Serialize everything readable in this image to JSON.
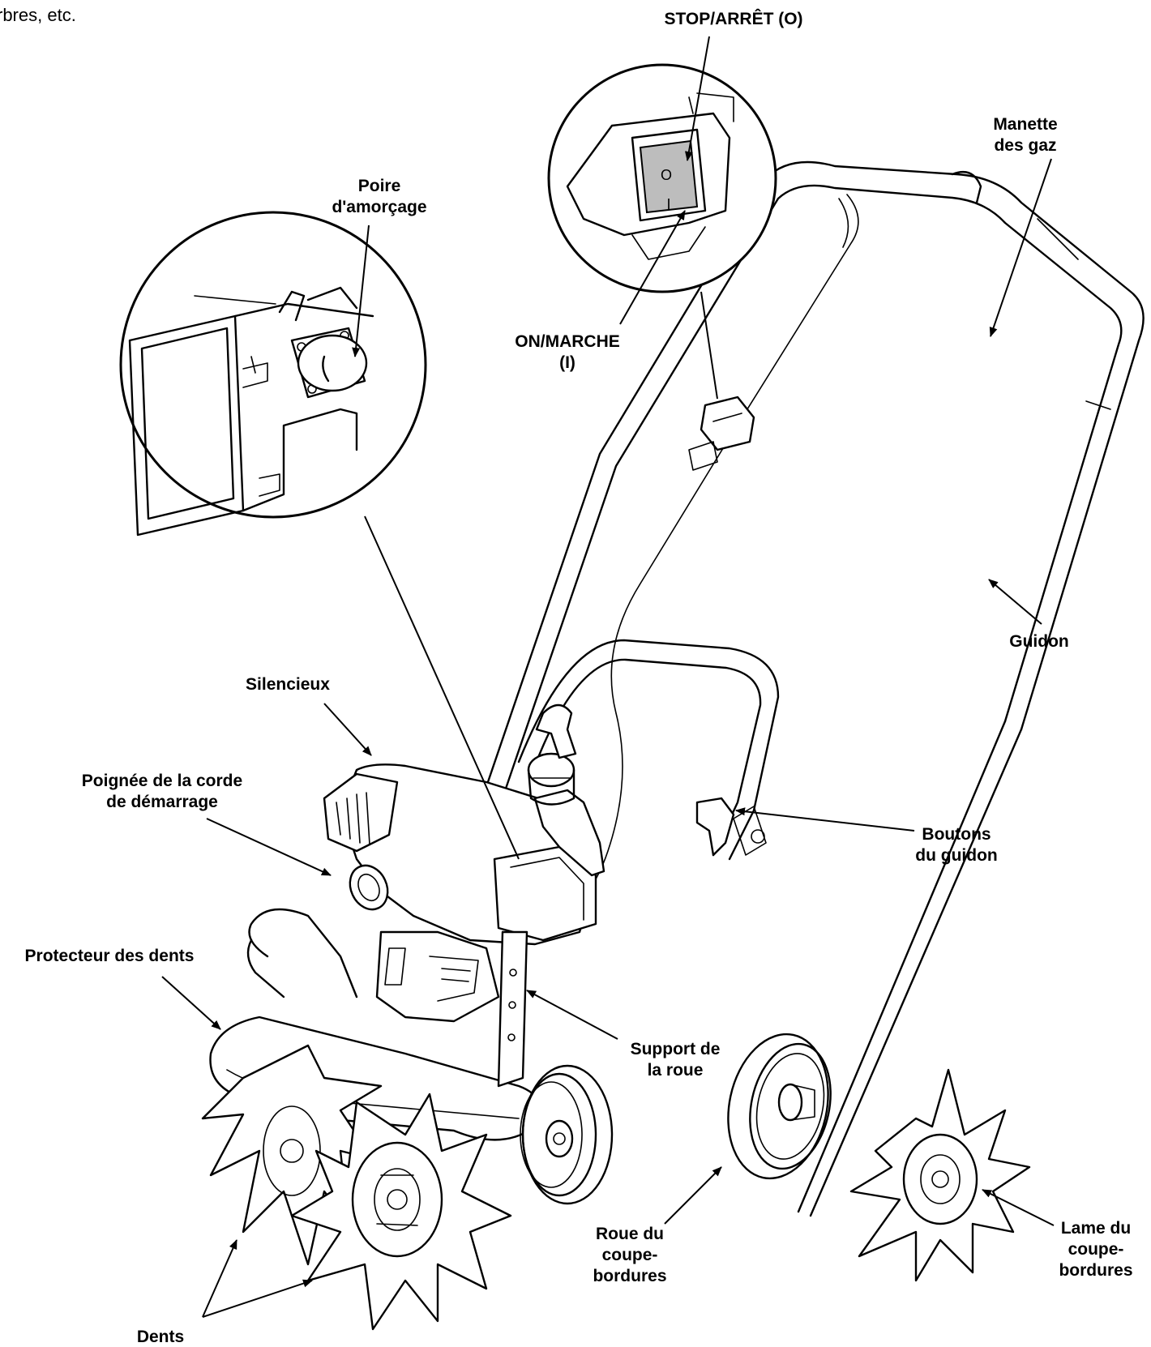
{
  "intro_text": "rbres, etc.",
  "labels": {
    "stop": "STOP/ARRÊT  (O)",
    "throttle_1": "Manette",
    "throttle_2": "des gaz",
    "primer_1": "Poire",
    "primer_2": "d'amorçage",
    "on_1": "ON/MARCHE",
    "on_2": "(I)",
    "handlebar": "Guidon",
    "muffler": "Silencieux",
    "starter_1": "Poignée de la corde",
    "starter_2": "de démarrage",
    "knobs_1": "Boutons",
    "knobs_2": "du guidon",
    "tine_shield": "Protecteur des dents",
    "wheel_support_1": "Support de",
    "wheel_support_2": "la roue",
    "edger_wheel_1": "Roue du",
    "edger_wheel_2": "coupe-",
    "edger_wheel_3": "bordures",
    "edger_blade_1": "Lame du",
    "edger_blade_2": "coupe-",
    "edger_blade_3": "bordures",
    "tines": "Dents",
    "switch_off_mark": "O",
    "switch_on_mark": "I"
  }
}
